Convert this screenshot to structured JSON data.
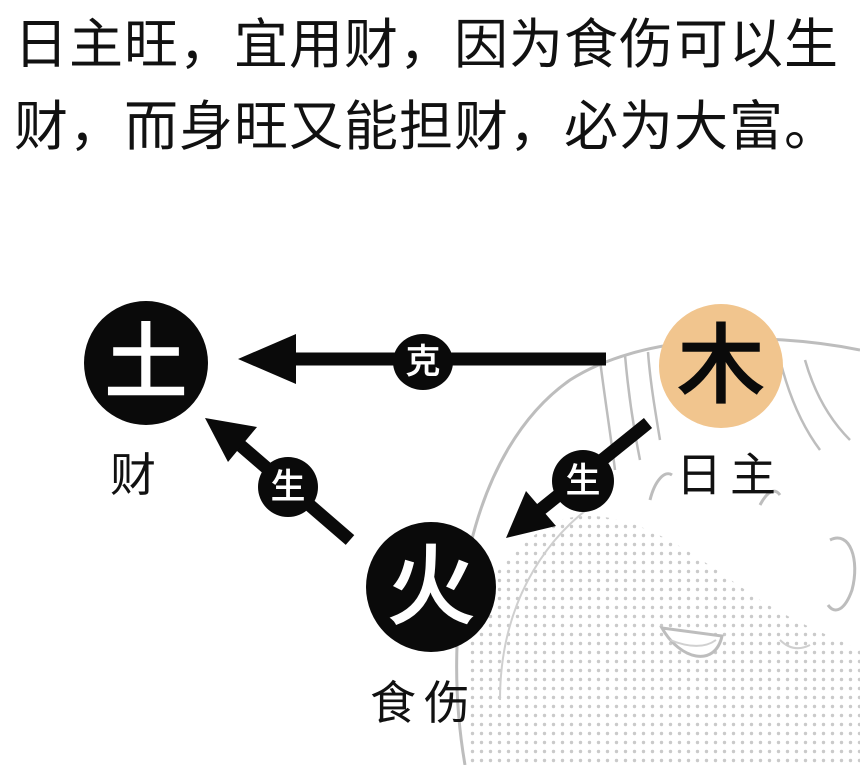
{
  "headline": {
    "line1": "日主旺，宜用财，因为食伤可以生",
    "line2": "财，而身旺又能担财，必为大富。"
  },
  "diagram": {
    "nodes": {
      "earth": {
        "glyph": "土",
        "caption": "财"
      },
      "fire": {
        "glyph": "火",
        "caption": "食伤"
      },
      "wood": {
        "glyph": "木",
        "caption": "日主"
      }
    },
    "edges": {
      "wood_to_earth": {
        "label": "克"
      },
      "fire_to_earth": {
        "label": "生"
      },
      "wood_to_fire": {
        "label": "生"
      }
    }
  },
  "colors": {
    "ink": "#0a0a0a",
    "wood_node_fill": "#f1c58e",
    "sketch_line": "#bdbdbd",
    "halftone": "#c4c4c4"
  }
}
